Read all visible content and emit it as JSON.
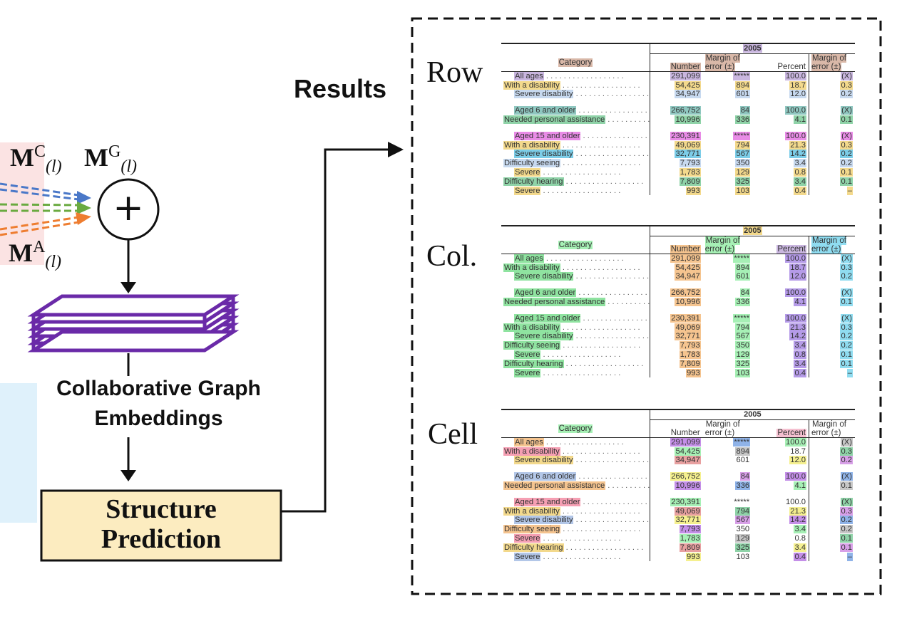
{
  "math": {
    "c_base": "M",
    "c_sup": "C",
    "c_sub": "(l)",
    "g_base": "M",
    "g_sup": "G",
    "g_sub": "(l)",
    "a_base": "M",
    "a_sup": "A",
    "a_sub": "(l)",
    "plus": "+"
  },
  "labels": {
    "results": "Results",
    "embeddings_line1": "Collaborative Graph",
    "embeddings_line2": "Embeddings",
    "prediction_line1": "Structure",
    "prediction_line2": "Prediction"
  },
  "panels": [
    {
      "label": "Row"
    },
    {
      "label": "Col."
    },
    {
      "label": "Cell"
    }
  ],
  "table": {
    "year": "2005",
    "col_category": "Category",
    "col_number": "Number",
    "col_moe1": "Margin of error (±)",
    "col_percent": "Percent",
    "col_moe2": "Margin of error (±)",
    "rows": [
      {
        "label": "All ages",
        "indent": 1,
        "number": "291,099",
        "moe": "*****",
        "percent": "100.0",
        "moe2": "(X)"
      },
      {
        "label": "With a disability",
        "indent": 0,
        "number": "54,425",
        "moe": "894",
        "percent": "18.7",
        "moe2": "0.3"
      },
      {
        "label": "Severe disability",
        "indent": 1,
        "number": "34,947",
        "moe": "601",
        "percent": "12.0",
        "moe2": "0.2"
      },
      {
        "gap": true
      },
      {
        "label": "Aged 6 and older",
        "indent": 1,
        "number": "266,752",
        "moe": "84",
        "percent": "100.0",
        "moe2": "(X)"
      },
      {
        "label": "Needed personal assistance",
        "indent": 0,
        "number": "10,996",
        "moe": "336",
        "percent": "4.1",
        "moe2": "0.1"
      },
      {
        "gap": true
      },
      {
        "label": "Aged 15 and older",
        "indent": 1,
        "number": "230,391",
        "moe": "*****",
        "percent": "100.0",
        "moe2": "(X)"
      },
      {
        "label": "With a disability",
        "indent": 0,
        "number": "49,069",
        "moe": "794",
        "percent": "21.3",
        "moe2": "0.3"
      },
      {
        "label": "Severe disability",
        "indent": 1,
        "number": "32,771",
        "moe": "567",
        "percent": "14.2",
        "moe2": "0.2"
      },
      {
        "label": "Difficulty seeing",
        "indent": 0,
        "number": "7,793",
        "moe": "350",
        "percent": "3.4",
        "moe2": "0.2"
      },
      {
        "label": "Severe",
        "indent": 1,
        "number": "1,783",
        "moe": "129",
        "percent": "0.8",
        "moe2": "0.1"
      },
      {
        "label": "Difficulty hearing",
        "indent": 0,
        "number": "7,809",
        "moe": "325",
        "percent": "3.4",
        "moe2": "0.1"
      },
      {
        "label": "Severe",
        "indent": 1,
        "number": "993",
        "moe": "103",
        "percent": "0.4",
        "moe2": "–"
      }
    ]
  },
  "colors": {
    "dash_c": "#4a78c8",
    "dash_g": "#6aaa40",
    "dash_a": "#ee7d30",
    "pink_bg": "#fbe3e3",
    "blue_bg": "#dff1fb",
    "stack": "#6a2aa8",
    "prediction_fill": "#fcecc0",
    "row_highlights": [
      "#c9b6df",
      "#f3d98c",
      "#c7d9ef",
      "#8fc7c0",
      "#8fd3a8",
      "#e88be6",
      "#f3d98c",
      "#7ccde8",
      "#c7d9ef",
      "#f3d98c",
      "#8fd3a8",
      "#f3d98c"
    ],
    "col_highlights": [
      "#8fe3a0",
      "#f5c48f",
      "#a6f0b5",
      "#b59be8",
      "#8fdcf0"
    ],
    "cell_palette": [
      "#f5c48f",
      "#c48fe8",
      "#8fb3e8",
      "#f59fb3",
      "#a6f0b5",
      "#c7c7c7",
      "#f3d98c",
      "#e8a0a0",
      "#8fd3a8",
      "#b3c7e8",
      "#f5f08f",
      "#d8a0e8"
    ]
  }
}
